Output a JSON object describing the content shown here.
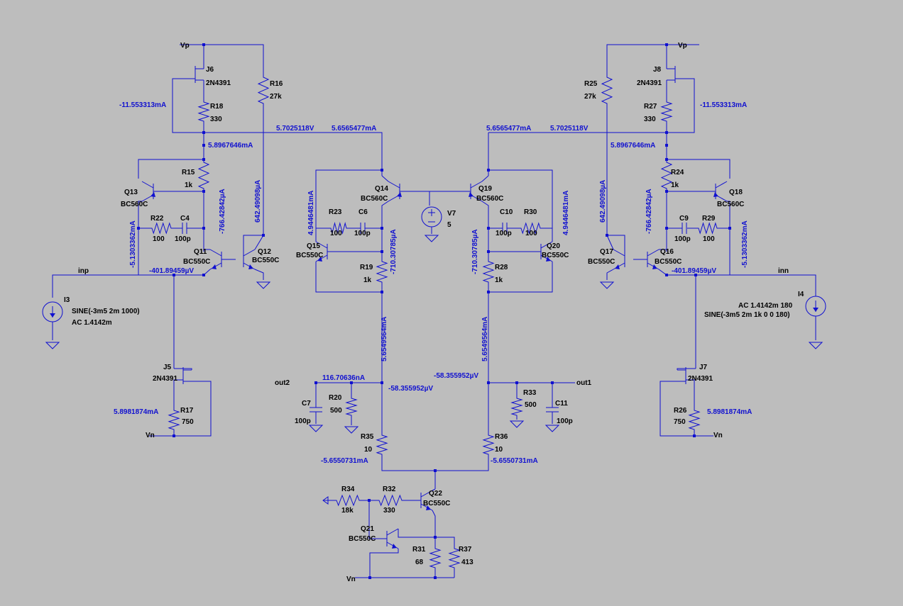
{
  "colors": {
    "background": "#bdbdbd",
    "wire": "#1010d0",
    "label": "#000000",
    "annotation": "#1010d0"
  },
  "nets": {
    "vp_left": "Vp",
    "vp_right": "Vp",
    "vn_j5": "Vn",
    "vn_j7": "Vn",
    "vn_bottom": "Vn",
    "inp": "inp",
    "inn": "inn",
    "out1": "out1",
    "out2": "out2"
  },
  "components": {
    "J6": {
      "name": "J6",
      "model": "2N4391"
    },
    "J8": {
      "name": "J8",
      "model": "2N4391"
    },
    "J5": {
      "name": "J5",
      "model": "2N4391"
    },
    "J7": {
      "name": "J7",
      "model": "2N4391"
    },
    "R16": {
      "name": "R16",
      "value": "27k"
    },
    "R18": {
      "name": "R18",
      "value": "330"
    },
    "R25": {
      "name": "R25",
      "value": "27k"
    },
    "R27": {
      "name": "R27",
      "value": "330"
    },
    "R15": {
      "name": "R15",
      "value": "1k"
    },
    "R24": {
      "name": "R24",
      "value": "1k"
    },
    "R22": {
      "name": "R22",
      "value": "100"
    },
    "R29": {
      "name": "R29",
      "value": "100"
    },
    "C4": {
      "name": "C4",
      "value": "100p"
    },
    "C9": {
      "name": "C9",
      "value": "100p"
    },
    "Q13": {
      "name": "Q13",
      "model": "BC560C"
    },
    "Q18": {
      "name": "Q18",
      "model": "BC560C"
    },
    "Q11": {
      "name": "Q11",
      "model": "BC550C"
    },
    "Q12": {
      "name": "Q12",
      "model": "BC550C"
    },
    "Q16": {
      "name": "Q16",
      "model": "BC550C"
    },
    "Q17": {
      "name": "Q17",
      "model": "BC550C"
    },
    "Q14": {
      "name": "Q14",
      "model": "BC560C"
    },
    "Q19": {
      "name": "Q19",
      "model": "BC560C"
    },
    "Q15": {
      "name": "Q15",
      "model": "BC550C"
    },
    "Q20": {
      "name": "Q20",
      "model": "BC550C"
    },
    "R23": {
      "name": "R23",
      "value": "100"
    },
    "C6": {
      "name": "C6",
      "value": "100p"
    },
    "C10": {
      "name": "C10",
      "value": "100p"
    },
    "R30": {
      "name": "R30",
      "value": "100"
    },
    "R19": {
      "name": "R19",
      "value": "1k"
    },
    "R28": {
      "name": "R28",
      "value": "1k"
    },
    "V7": {
      "name": "V7",
      "value": "5"
    },
    "I3": {
      "name": "I3",
      "line1": "SINE(-3m5 2m 1000)",
      "line2": "AC 1.4142m"
    },
    "I4": {
      "name": "I4",
      "line1": "AC 1.4142m 180",
      "line2": "SINE(-3m5 2m 1k 0 0 180)"
    },
    "R17": {
      "name": "R17",
      "value": "750"
    },
    "R26": {
      "name": "R26",
      "value": "750"
    },
    "C7": {
      "name": "C7",
      "value": "100p"
    },
    "R20": {
      "name": "R20",
      "value": "500"
    },
    "R33": {
      "name": "R33",
      "value": "500"
    },
    "C11": {
      "name": "C11",
      "value": "100p"
    },
    "R35": {
      "name": "R35",
      "value": "10"
    },
    "R36": {
      "name": "R36",
      "value": "10"
    },
    "R34": {
      "name": "R34",
      "value": "18k"
    },
    "R32": {
      "name": "R32",
      "value": "330"
    },
    "Q22": {
      "name": "Q22",
      "model": "BC550C"
    },
    "Q21": {
      "name": "Q21",
      "model": "BC550C"
    },
    "R31": {
      "name": "R31",
      "value": "68"
    },
    "R37": {
      "name": "R37",
      "value": "413"
    }
  },
  "annotations": {
    "a1": "-11.553313mA",
    "a2": "5.7025118V",
    "a3": "5.6565477mA",
    "a4": "5.8967646mA",
    "a5": "-766.42842µA",
    "a6": "642.49098µA",
    "a7": "-5.1303362mA",
    "a8": "-401.89459µV",
    "a9": "4.9446481mA",
    "a10": "-710.30785µA",
    "a11": "5.6549564mA",
    "a12": "116.70636nA",
    "a13": "-58.355952µV",
    "a14": "-5.6550731mA",
    "a15": "5.8981874mA",
    "b1": "5.6565477mA",
    "b2": "5.7025118V",
    "b3": "-11.553313mA",
    "b4": "5.8967646mA",
    "b5": "642.49098µA",
    "b6": "-766.42842µA",
    "b7": "-5.1303362mA",
    "b8": "-401.89459µV",
    "b9": "4.9446481mA",
    "b10": "-710.30785µA",
    "b11": "5.6549564mA",
    "b12": "-58.355952µV",
    "b13": "-5.6550731mA",
    "b14": "5.8981874mA"
  }
}
